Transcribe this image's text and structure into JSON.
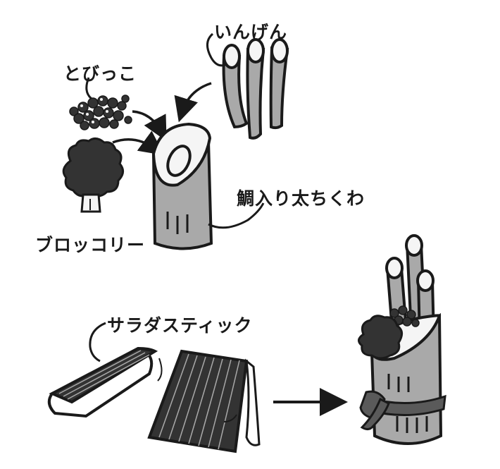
{
  "labels": {
    "ingen": "いんげん",
    "tobikko": "とびっこ",
    "chikuwa": "鯛入り太ちくわ",
    "broccoli": "ブロッコリー",
    "salad_stick": "サラダスティック"
  },
  "colors": {
    "ink": "#1a1a1a",
    "fill_gray": "#a9a9a9",
    "fill_dark": "#333333",
    "light": "#f5f5f5"
  }
}
